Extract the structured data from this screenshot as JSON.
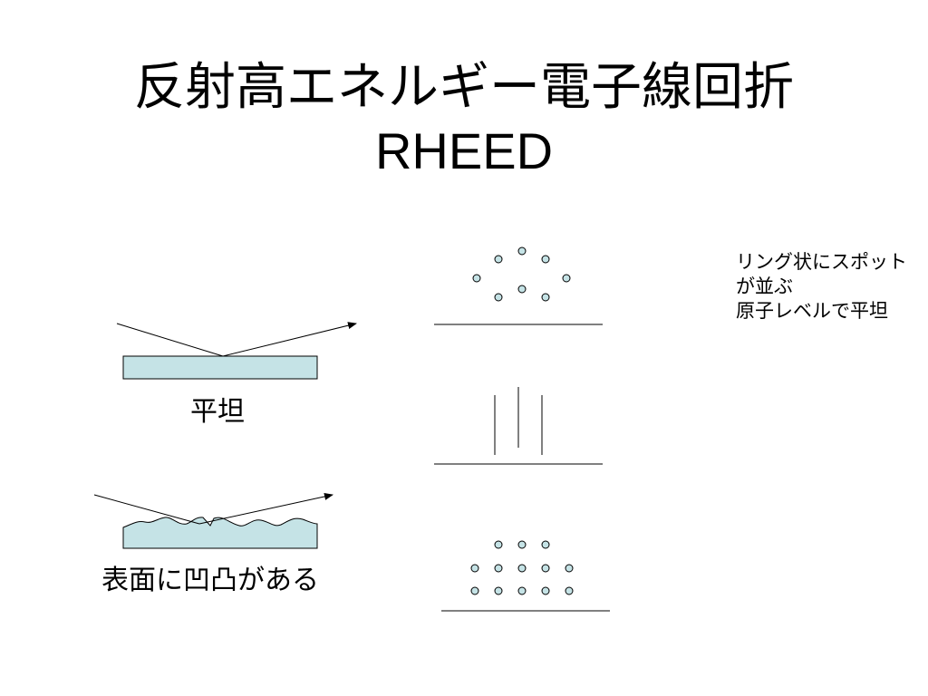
{
  "slide": {
    "title_line1": "反射高エネルギー電子線回折",
    "title_line2": "RHEED"
  },
  "captions": {
    "flat": "平坦",
    "rough": "表面に凹凸がある"
  },
  "note": {
    "line1": "リング状にスポットが並ぶ",
    "line2": "原子レベルで平坦"
  },
  "colors": {
    "substrate_fill": "#c5e3e6",
    "spot_fill": "#c5e3e6",
    "line": "#000000"
  }
}
